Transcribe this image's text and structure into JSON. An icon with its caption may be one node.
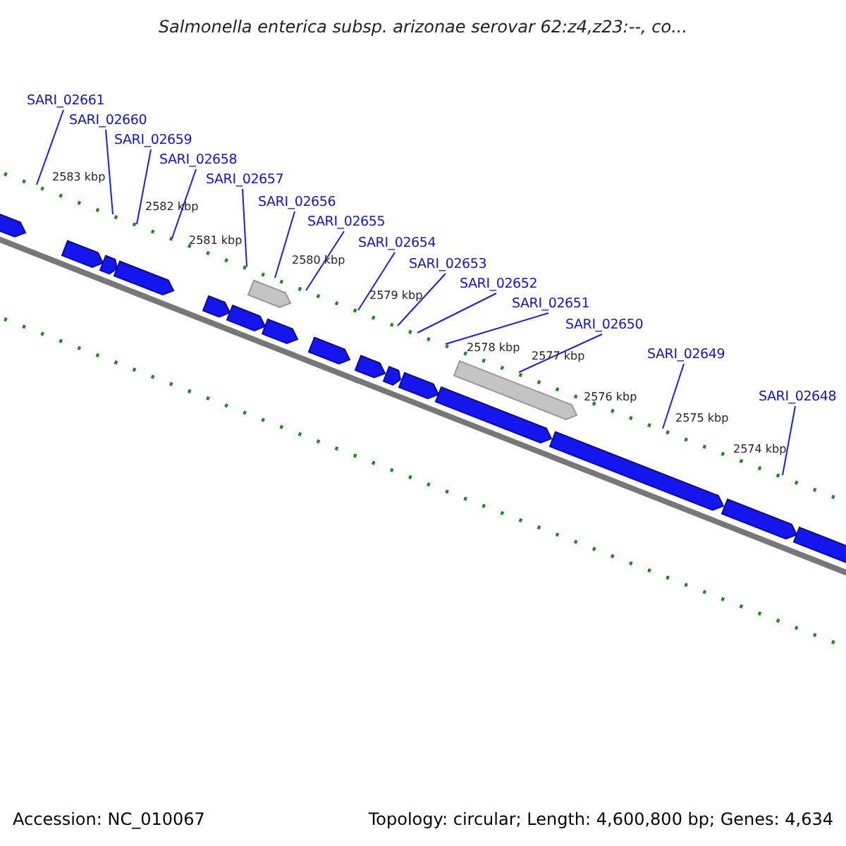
{
  "diagram": {
    "title": "Salmonella enterica subsp. arizonae serovar 62:z4,z23:--, co...",
    "nodes": [
      {
        "text": [
          "SARI_02661"
        ]
      },
      {
        "text": [
          "SARI_02660"
        ]
      },
      {
        "text": [
          "SARI_02659"
        ]
      },
      {
        "text": [
          "SARI_02658"
        ]
      },
      {
        "text": [
          "SARI_02657"
        ]
      },
      {
        "text": [
          "SARI_02656"
        ]
      },
      {
        "text": [
          "SARI_02655"
        ]
      },
      {
        "text": [
          "SARI_02654"
        ]
      },
      {
        "text": [
          "SARI_02653"
        ]
      },
      {
        "text": [
          "SARI_02652"
        ]
      },
      {
        "text": [
          "SARI_02651"
        ]
      },
      {
        "text": [
          "SARI_02650"
        ]
      },
      {
        "text": [
          "SARI_02649"
        ]
      },
      {
        "text": [
          "SARI_02648"
        ]
      }
    ],
    "edges": [
      {
        "from": 0,
        "to": null,
        "arrow": "none"
      },
      {
        "from": 1,
        "to": null,
        "arrow": "none"
      },
      {
        "from": 2,
        "to": null,
        "arrow": "none"
      },
      {
        "from": 3,
        "to": null,
        "arrow": "none"
      },
      {
        "from": 4,
        "to": null,
        "arrow": "none"
      },
      {
        "from": 5,
        "to": null,
        "arrow": "none"
      },
      {
        "from": 6,
        "to": null,
        "arrow": "none"
      },
      {
        "from": 7,
        "to": null,
        "arrow": "none"
      },
      {
        "from": 8,
        "to": null,
        "arrow": "none"
      },
      {
        "from": 9,
        "to": null,
        "arrow": "none"
      },
      {
        "from": 10,
        "to": null,
        "arrow": "none"
      },
      {
        "from": 11,
        "to": null,
        "arrow": "none"
      },
      {
        "from": 12,
        "to": null,
        "arrow": "none"
      },
      {
        "from": 13,
        "to": null,
        "arrow": "none"
      }
    ],
    "labels": [
      "2583 kbp",
      "2582 kbp",
      "2581 kbp",
      "2580 kbp",
      "2579 kbp",
      "2578 kbp",
      "2577 kbp",
      "2576 kbp",
      "2575 kbp",
      "2574 kbp",
      "Accession: NC_010067",
      "Topology: circular; Length: 4,600,800 bp; Genes: 4,634"
    ]
  }
}
